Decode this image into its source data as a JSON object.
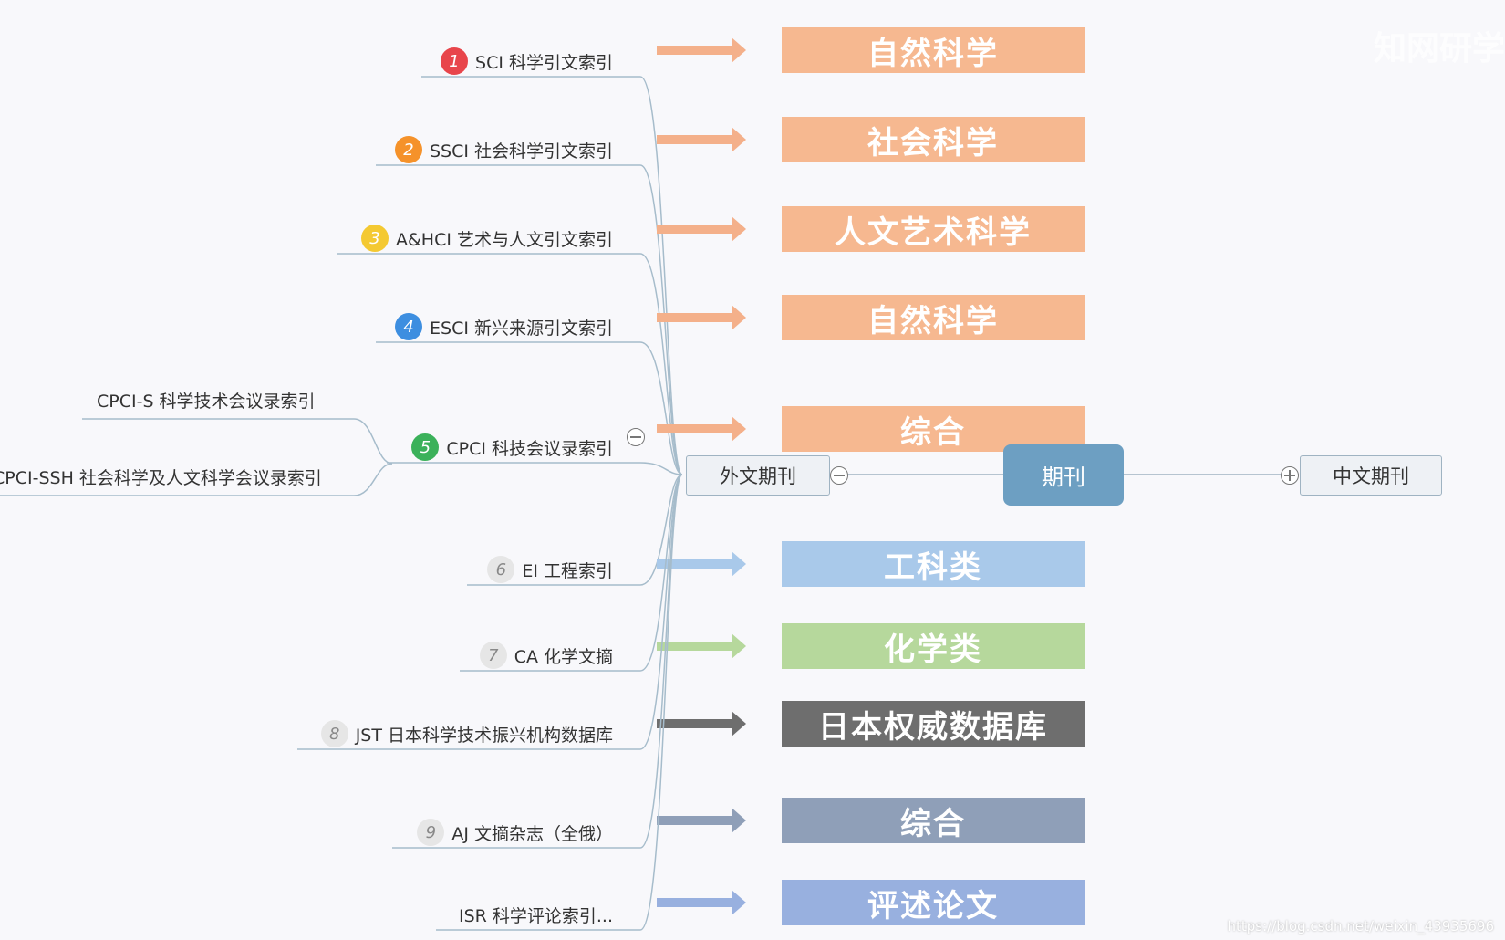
{
  "root": {
    "label": "期刊"
  },
  "foreign": {
    "label": "外文期刊"
  },
  "chinese": {
    "label": "中文期刊"
  },
  "branches": [
    {
      "num": "1",
      "label": "SCI 科学引文索引",
      "badge_color": "#e8454b",
      "category": "自然科学",
      "cat_color": "#f6b890",
      "arrow_color": "#f4b08a"
    },
    {
      "num": "2",
      "label": "SSCI 社会科学引文索引",
      "badge_color": "#f5922a",
      "category": "社会科学",
      "cat_color": "#f6b890",
      "arrow_color": "#f4b08a"
    },
    {
      "num": "3",
      "label": "A&HCI 艺术与人文引文索引",
      "badge_color": "#f4c932",
      "category": "人文艺术科学",
      "cat_color": "#f6b890",
      "arrow_color": "#f4b08a"
    },
    {
      "num": "4",
      "label": "ESCI 新兴来源引文索引",
      "badge_color": "#3d8ee0",
      "category": "自然科学",
      "cat_color": "#f6b890",
      "arrow_color": "#f4b08a"
    },
    {
      "num": "5",
      "label": "CPCI 科技会议录索引",
      "badge_color": "#3bb15a",
      "category": "综合",
      "cat_color": "#f6b890",
      "arrow_color": "#f4b08a"
    },
    {
      "num": "6",
      "label": "EI 工程索引",
      "badge_color": "#e6e6e6",
      "category": "工科类",
      "cat_color": "#a9c9ea",
      "arrow_color": "#a9c9ea"
    },
    {
      "num": "7",
      "label": "CA 化学文摘",
      "badge_color": "#e6e6e6",
      "category": "化学类",
      "cat_color": "#b6d89c",
      "arrow_color": "#b6d89c"
    },
    {
      "num": "8",
      "label": "JST 日本科学技术振兴机构数据库",
      "badge_color": "#e6e6e6",
      "category": "日本权威数据库",
      "cat_color": "#6e6e6e",
      "arrow_color": "#6e6e6e"
    },
    {
      "num": "9",
      "label": "AJ 文摘杂志（全俄）",
      "badge_color": "#e6e6e6",
      "category": "综合",
      "cat_color": "#8f9fb8",
      "arrow_color": "#8f9fb8"
    },
    {
      "num": "",
      "label": "ISR 科学评论索引...",
      "badge_color": "",
      "category": "评述论文",
      "cat_color": "#98b0df",
      "arrow_color": "#98b0df"
    }
  ],
  "cpci_subs": [
    "CPCI-S 科学技术会议录索引",
    "CPCI-SSH 社会科学及人文科学会议录索引"
  ],
  "watermark": "知网研学",
  "credit": "https://blog.csdn.net/weixin_43935696"
}
